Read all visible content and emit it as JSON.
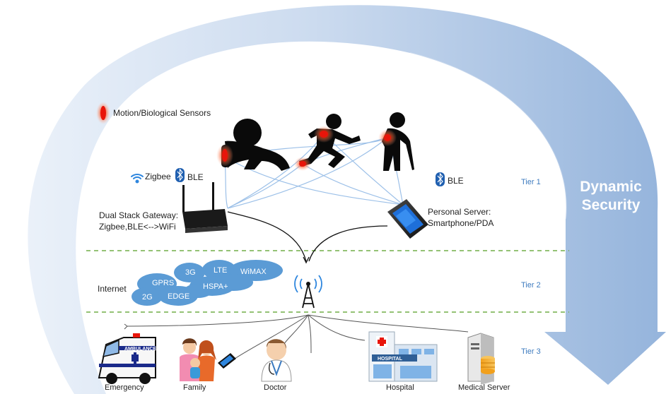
{
  "legend": {
    "sensor_label": "Motion/Biological Sensors"
  },
  "tier1": {
    "zigbee_label": "Zigbee",
    "ble_left_label": "BLE",
    "ble_right_label": "BLE",
    "gateway_line1": "Dual Stack Gateway:",
    "gateway_line2": "Zigbee,BLE<-->WiFi",
    "server_line1": "Personal Server:",
    "server_line2": "Smartphone/PDA",
    "tier_label": "Tier 1"
  },
  "tier2": {
    "internet_label": "Internet",
    "networks": [
      "GPRS",
      "3G",
      "LTE",
      "WiMAX",
      "HSPA+",
      "2G",
      "EDGE"
    ],
    "tier_label": "Tier 2"
  },
  "tier3": {
    "endpoints": [
      "Emergency",
      "Family",
      "Doctor",
      "Hospital",
      "Medical Server"
    ],
    "ambulance_text": "AMBULANCE",
    "hospital_sign": "HOSPITAL",
    "tier_label": "Tier 3"
  },
  "arrow": {
    "line1": "Dynamic",
    "line2": "Security"
  },
  "colors": {
    "arrow": "#9db8dc",
    "cloud": "#5b9bd5",
    "divider": "#70ad47",
    "sensor": "#ff2a1a",
    "tier_text": "#3d7bbf"
  }
}
